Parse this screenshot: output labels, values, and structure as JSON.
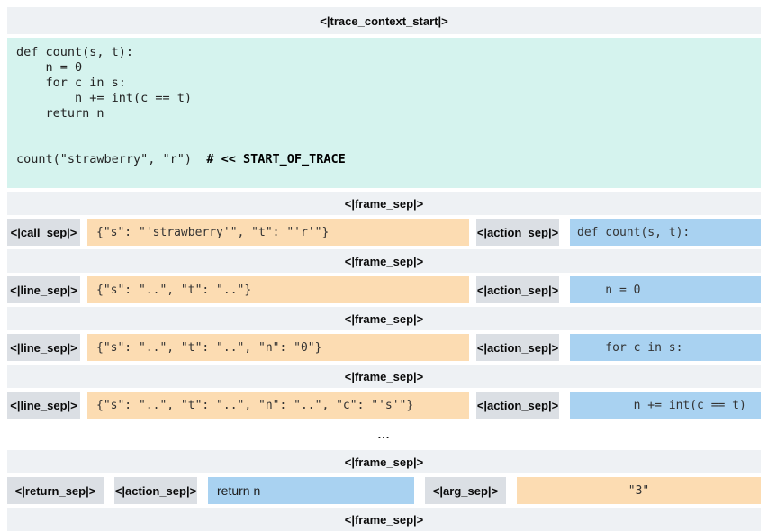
{
  "header": {
    "trace_context_start": "<|trace_context_start|>"
  },
  "code_block": {
    "body": "def count(s, t):\n    n = 0\n    for c in s:\n        n += int(c == t)\n    return n\n\n\ncount(\"strawberry\", \"r\")  ",
    "trace_marker": "# << START_OF_TRACE"
  },
  "frame_sep_label": "<|frame_sep|>",
  "ellipsis": "...",
  "rows": [
    {
      "sep": "<|call_sep|>",
      "state": "{\"s\": \"'strawberry'\", \"t\": \"'r'\"}",
      "action_sep": "<|action_sep|>",
      "action": "def count(s, t):"
    },
    {
      "sep": "<|line_sep|>",
      "state": "{\"s\": \"..\", \"t\": \"..\"}",
      "action_sep": "<|action_sep|>",
      "action": "    n = 0"
    },
    {
      "sep": "<|line_sep|>",
      "state": "{\"s\": \"..\", \"t\": \"..\", \"n\": \"0\"}",
      "action_sep": "<|action_sep|>",
      "action": "    for c in s:"
    },
    {
      "sep": "<|line_sep|>",
      "state": "{\"s\": \"..\", \"t\": \"..\", \"n\": \"..\", \"c\": \"'s'\"}",
      "action_sep": "<|action_sep|>",
      "action": "        n += int(c == t)"
    }
  ],
  "return_row": {
    "return_sep": "<|return_sep|>",
    "action_sep": "<|action_sep|>",
    "action": "return n",
    "arg_sep": "<|arg_sep|>",
    "value": "\"3\""
  },
  "colors": {
    "teal": "#d5f3ee",
    "orange": "#fcdcb2",
    "blue": "#a9d2f1",
    "chip": "#dbdfe4",
    "bar": "#eef1f4"
  }
}
